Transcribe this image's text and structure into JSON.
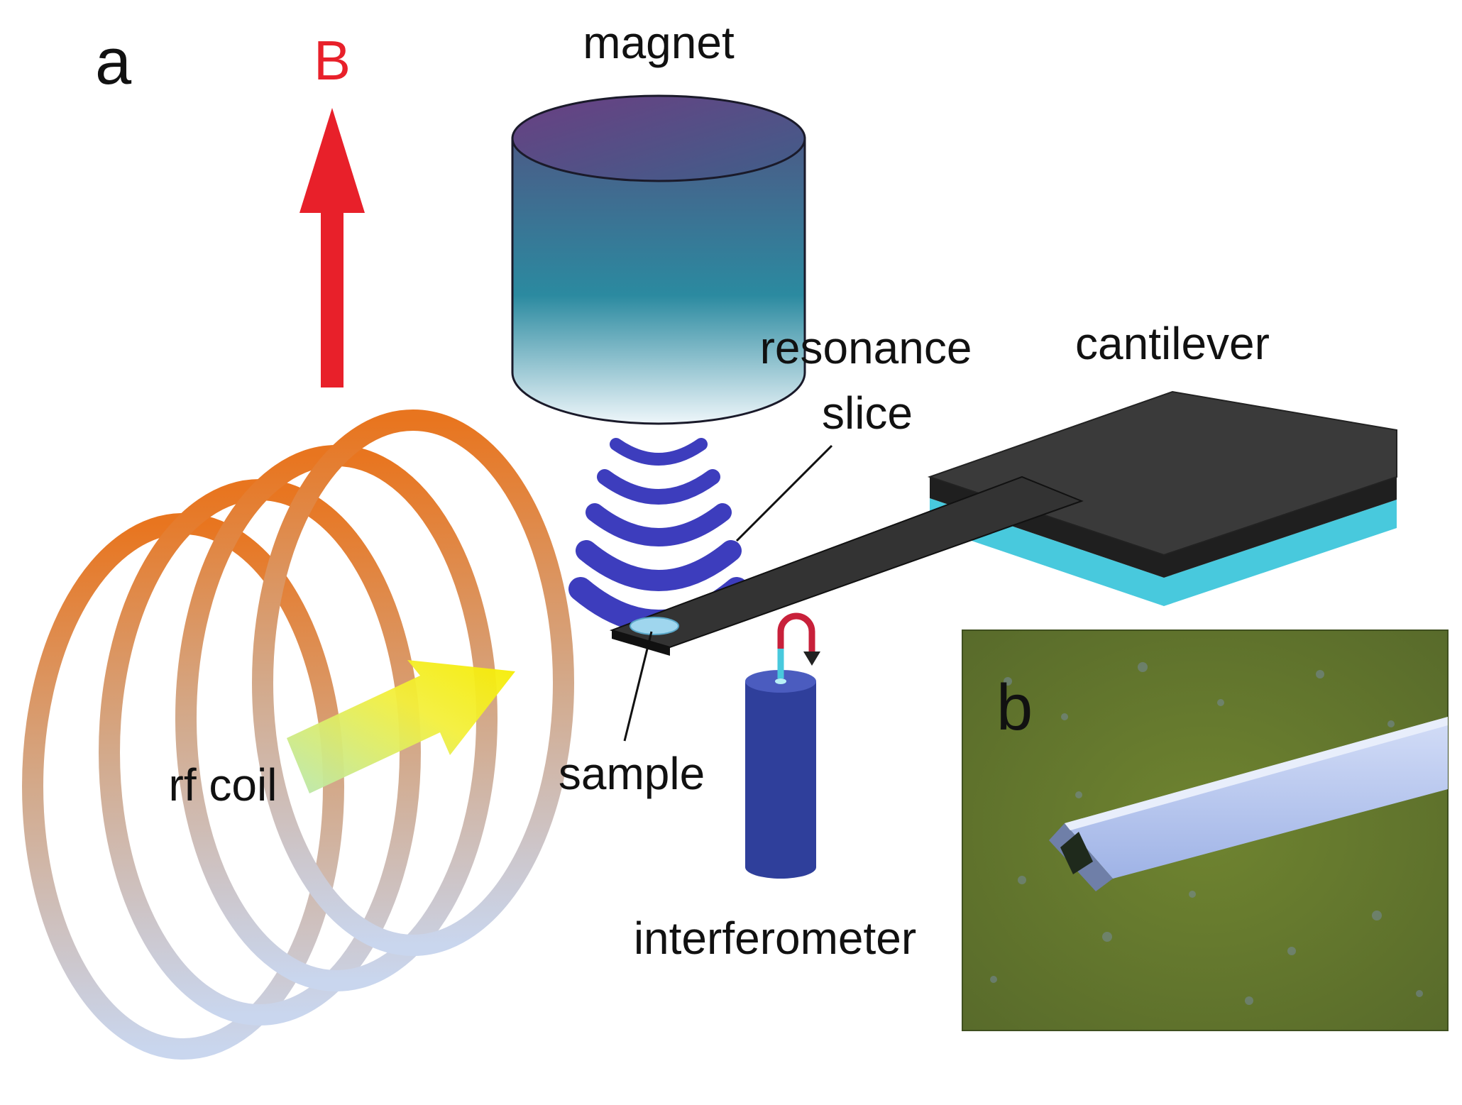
{
  "panels": {
    "a": "a",
    "b": "b"
  },
  "labels": {
    "field": "B",
    "magnet": "magnet",
    "resonance_line1": "resonance",
    "resonance_line2": "slice",
    "cantilever": "cantilever",
    "rf_coil": "rf coil",
    "sample": "sample",
    "interferometer": "interferometer"
  },
  "colors": {
    "field_arrow": "#e8202a",
    "coil_top": "#e8751f",
    "coil_bottom": "#c9d6ee",
    "magnet_top": "#57407d",
    "magnet_bottom": "#e8f3f8",
    "resonance": "#3d3dbd",
    "cantilever_top": "#2f2f2f",
    "cantilever_base": "#48c9dd",
    "interferometer": "#2f3f9b",
    "photo_background": "#6a7d2e",
    "photo_tip": "#b8c6ee"
  }
}
